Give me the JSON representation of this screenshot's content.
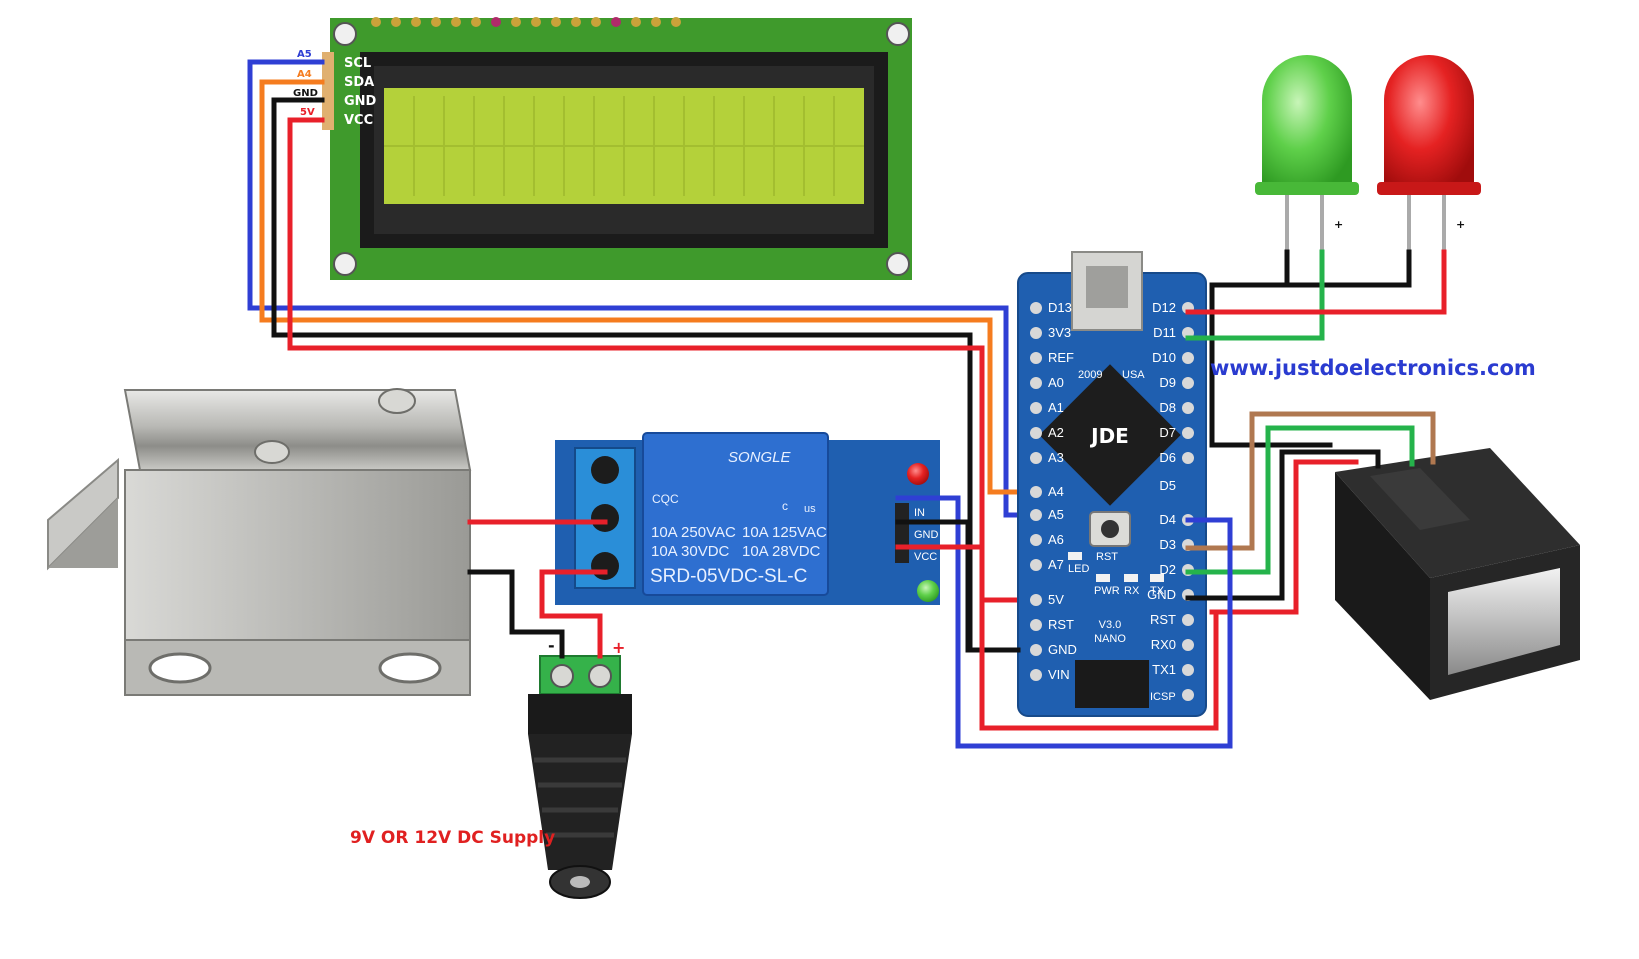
{
  "lcd": {
    "pins": [
      "SCL",
      "SDA",
      "GND",
      "VCC"
    ],
    "wire_tags": [
      "A5",
      "A4",
      "GND",
      "5V"
    ]
  },
  "arduino": {
    "chip_label": "JDE",
    "left_pins": [
      "D13",
      "3V3",
      "REF",
      "A0",
      "A1",
      "A2",
      "A3",
      "A4",
      "A5",
      "A6",
      "A7",
      "5V",
      "RST",
      "GND",
      "VIN"
    ],
    "right_pins": [
      "D12",
      "D11",
      "D10",
      "D9",
      "D8",
      "D7",
      "D6",
      "D5",
      "D4",
      "D3",
      "D2",
      "GND",
      "RST",
      "RX0",
      "TX1"
    ],
    "silk": [
      "USA",
      "2009",
      "NANO",
      "V3.0",
      "ICSP",
      "LED",
      "PWR",
      "RX",
      "TX",
      "RST"
    ]
  },
  "relay": {
    "brand": "SONGLE",
    "ratings": [
      "10A 250VAC",
      "10A 125VAC",
      "10A 30VDC",
      "10A 28VDC"
    ],
    "model": "SRD-05VDC-SL-C",
    "pins": [
      "IN",
      "GND",
      "VCC"
    ],
    "marks": [
      "CQC",
      "c",
      "us"
    ]
  },
  "dc_jack": {
    "minus": "-",
    "plus": "+",
    "caption": "9V OR 12V DC Supply"
  },
  "leds": {
    "green_plus": "+",
    "red_plus": "+"
  },
  "website": "www.justdoelectronics.com",
  "colors": {
    "blue": "#2f3fd4",
    "orange": "#f57c1f",
    "black": "#111111",
    "red": "#e8202a",
    "green": "#25b34b",
    "brown": "#b07850",
    "pcb_blue": "#1f5fb0",
    "lcd_green": "#3f9a2c",
    "lcd_screen": "#b4d13a",
    "caption_red": "#e02020",
    "website_blue": "#2a3bd0"
  }
}
